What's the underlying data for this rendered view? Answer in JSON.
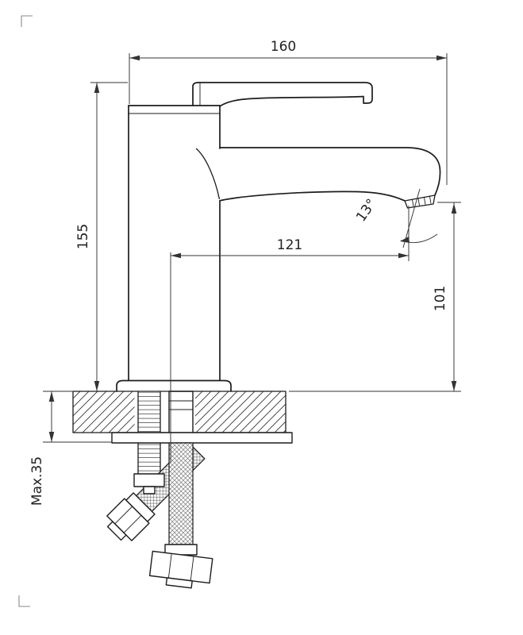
{
  "drawing": {
    "dims": {
      "total_width": "160",
      "height": "155",
      "spout_reach": "121",
      "spout_height": "101",
      "angle": "13°",
      "max_thickness": "Max.35"
    }
  }
}
